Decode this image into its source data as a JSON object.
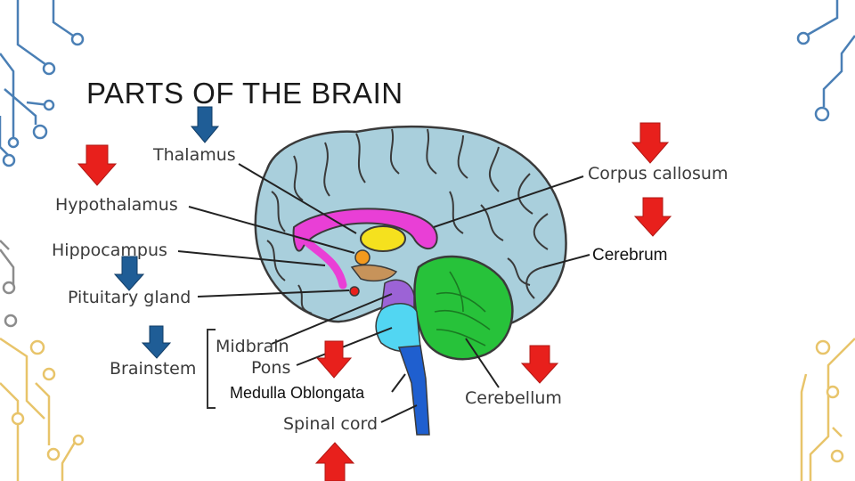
{
  "slide": {
    "title": "PARTS OF THE BRAIN"
  },
  "labels": {
    "thalamus": "Thalamus",
    "corpus_callosum": "Corpus callosum",
    "hypothalamus": "Hypothalamus",
    "hippocampus": "Hippocampus",
    "cerebrum": "Cerebrum",
    "pituitary_gland": "Pituitary gland",
    "brainstem": "Brainstem",
    "midbrain": "Midbrain",
    "pons": "Pons",
    "medulla_oblongata": "Medulla Oblongata",
    "cerebellum": "Cerebellum",
    "spinal_cord": "Spinal cord"
  },
  "colors": {
    "circuit_blue": "#4a7fb5",
    "circuit_gold": "#e8c46a",
    "circuit_gray": "#8c8c8c",
    "arrow_red": "#e8201c",
    "arrow_blue": "#1f5d96",
    "cerebrum": "#a9cfdc",
    "cerebellum": "#27c23a",
    "corpus_callosum": "#e93fd6",
    "thalamus": "#f5e11e",
    "brainstem_purple": "#9c63d6",
    "brainstem_cyan": "#52d6f2",
    "spinal_blue": "#1f5fcf"
  }
}
